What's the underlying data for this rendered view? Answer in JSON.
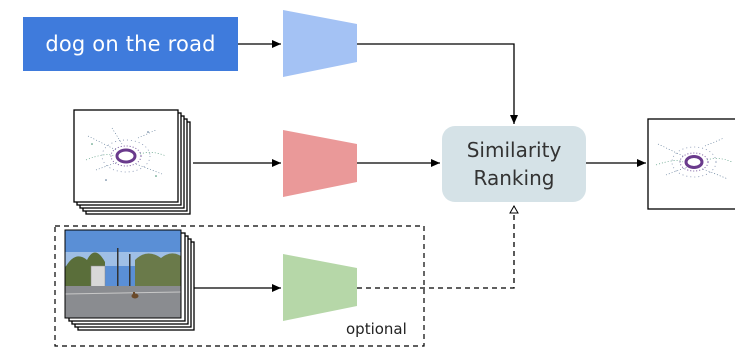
{
  "query": {
    "text": "dog on the road"
  },
  "ranking": {
    "line1": "Similarity",
    "line2": "Ranking"
  },
  "optional_label": "optional",
  "colors": {
    "query_box": "#3f7bdc",
    "text_encoder": "#a4c2f4",
    "lidar_encoder": "#ea9999",
    "image_encoder": "#b6d7a8",
    "ranking_box": "#d5e2e7"
  }
}
